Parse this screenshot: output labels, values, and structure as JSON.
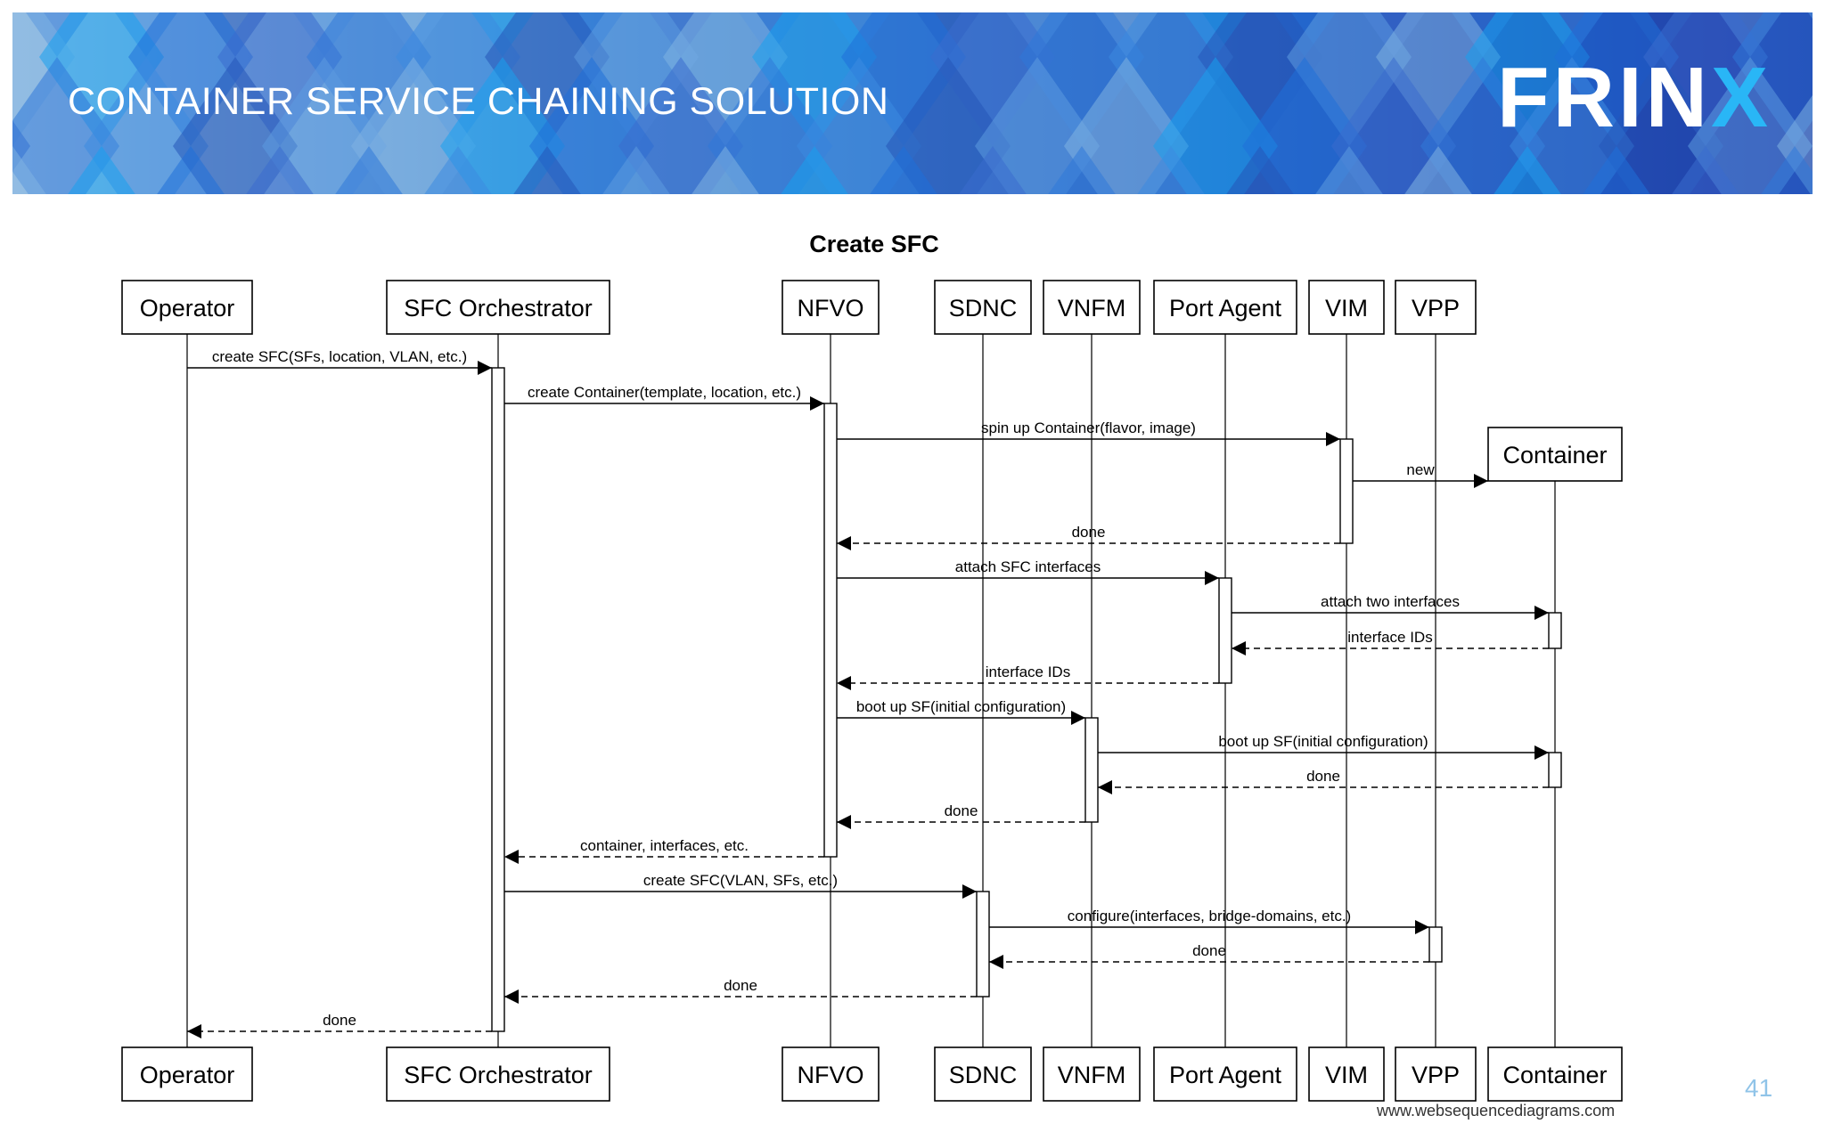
{
  "slide": {
    "title": "CONTAINER SERVICE CHAINING SOLUTION",
    "logo": {
      "main": "FRIN",
      "accent": "X"
    },
    "page_number": "41",
    "watermark": "www.websequencediagrams.com"
  },
  "diagram": {
    "title": "Create SFC",
    "participants": [
      {
        "id": "operator",
        "label": "Operator"
      },
      {
        "id": "sfc-orchestrator",
        "label": "SFC Orchestrator"
      },
      {
        "id": "nfvo",
        "label": "NFVO"
      },
      {
        "id": "sdnc",
        "label": "SDNC"
      },
      {
        "id": "vnfm",
        "label": "VNFM"
      },
      {
        "id": "port-agent",
        "label": "Port Agent"
      },
      {
        "id": "vim",
        "label": "VIM"
      },
      {
        "id": "vpp",
        "label": "VPP"
      },
      {
        "id": "container",
        "label": "Container"
      }
    ],
    "messages": [
      {
        "from": "operator",
        "to": "sfc-orchestrator",
        "label": "create SFC(SFs, location, VLAN, etc.)",
        "style": "solid"
      },
      {
        "from": "sfc-orchestrator",
        "to": "nfvo",
        "label": "create Container(template, location, etc.)",
        "style": "solid"
      },
      {
        "from": "nfvo",
        "to": "vim",
        "label": "spin up Container(flavor, image)",
        "style": "solid"
      },
      {
        "from": "vim",
        "to": "container",
        "label": "new",
        "style": "create"
      },
      {
        "from": "vim",
        "to": "nfvo",
        "label": "done",
        "style": "dashed"
      },
      {
        "from": "nfvo",
        "to": "port-agent",
        "label": "attach SFC interfaces",
        "style": "solid"
      },
      {
        "from": "port-agent",
        "to": "container",
        "label": "attach two interfaces",
        "style": "solid"
      },
      {
        "from": "container",
        "to": "port-agent",
        "label": "interface IDs",
        "style": "dashed"
      },
      {
        "from": "port-agent",
        "to": "nfvo",
        "label": "interface IDs",
        "style": "dashed"
      },
      {
        "from": "nfvo",
        "to": "vnfm",
        "label": "boot up SF(initial configuration)",
        "style": "solid"
      },
      {
        "from": "vnfm",
        "to": "container",
        "label": "boot up SF(initial configuration)",
        "style": "solid"
      },
      {
        "from": "container",
        "to": "vnfm",
        "label": "done",
        "style": "dashed"
      },
      {
        "from": "vnfm",
        "to": "nfvo",
        "label": "done",
        "style": "dashed"
      },
      {
        "from": "nfvo",
        "to": "sfc-orchestrator",
        "label": "container, interfaces, etc.",
        "style": "dashed"
      },
      {
        "from": "sfc-orchestrator",
        "to": "sdnc",
        "label": "create SFC(VLAN, SFs, etc.)",
        "style": "solid"
      },
      {
        "from": "sdnc",
        "to": "vpp",
        "label": "configure(interfaces, bridge-domains, etc.)",
        "style": "solid"
      },
      {
        "from": "vpp",
        "to": "sdnc",
        "label": "done",
        "style": "dashed"
      },
      {
        "from": "sdnc",
        "to": "sfc-orchestrator",
        "label": "done",
        "style": "dashed"
      },
      {
        "from": "sfc-orchestrator",
        "to": "operator",
        "label": "done",
        "style": "dashed"
      }
    ]
  }
}
